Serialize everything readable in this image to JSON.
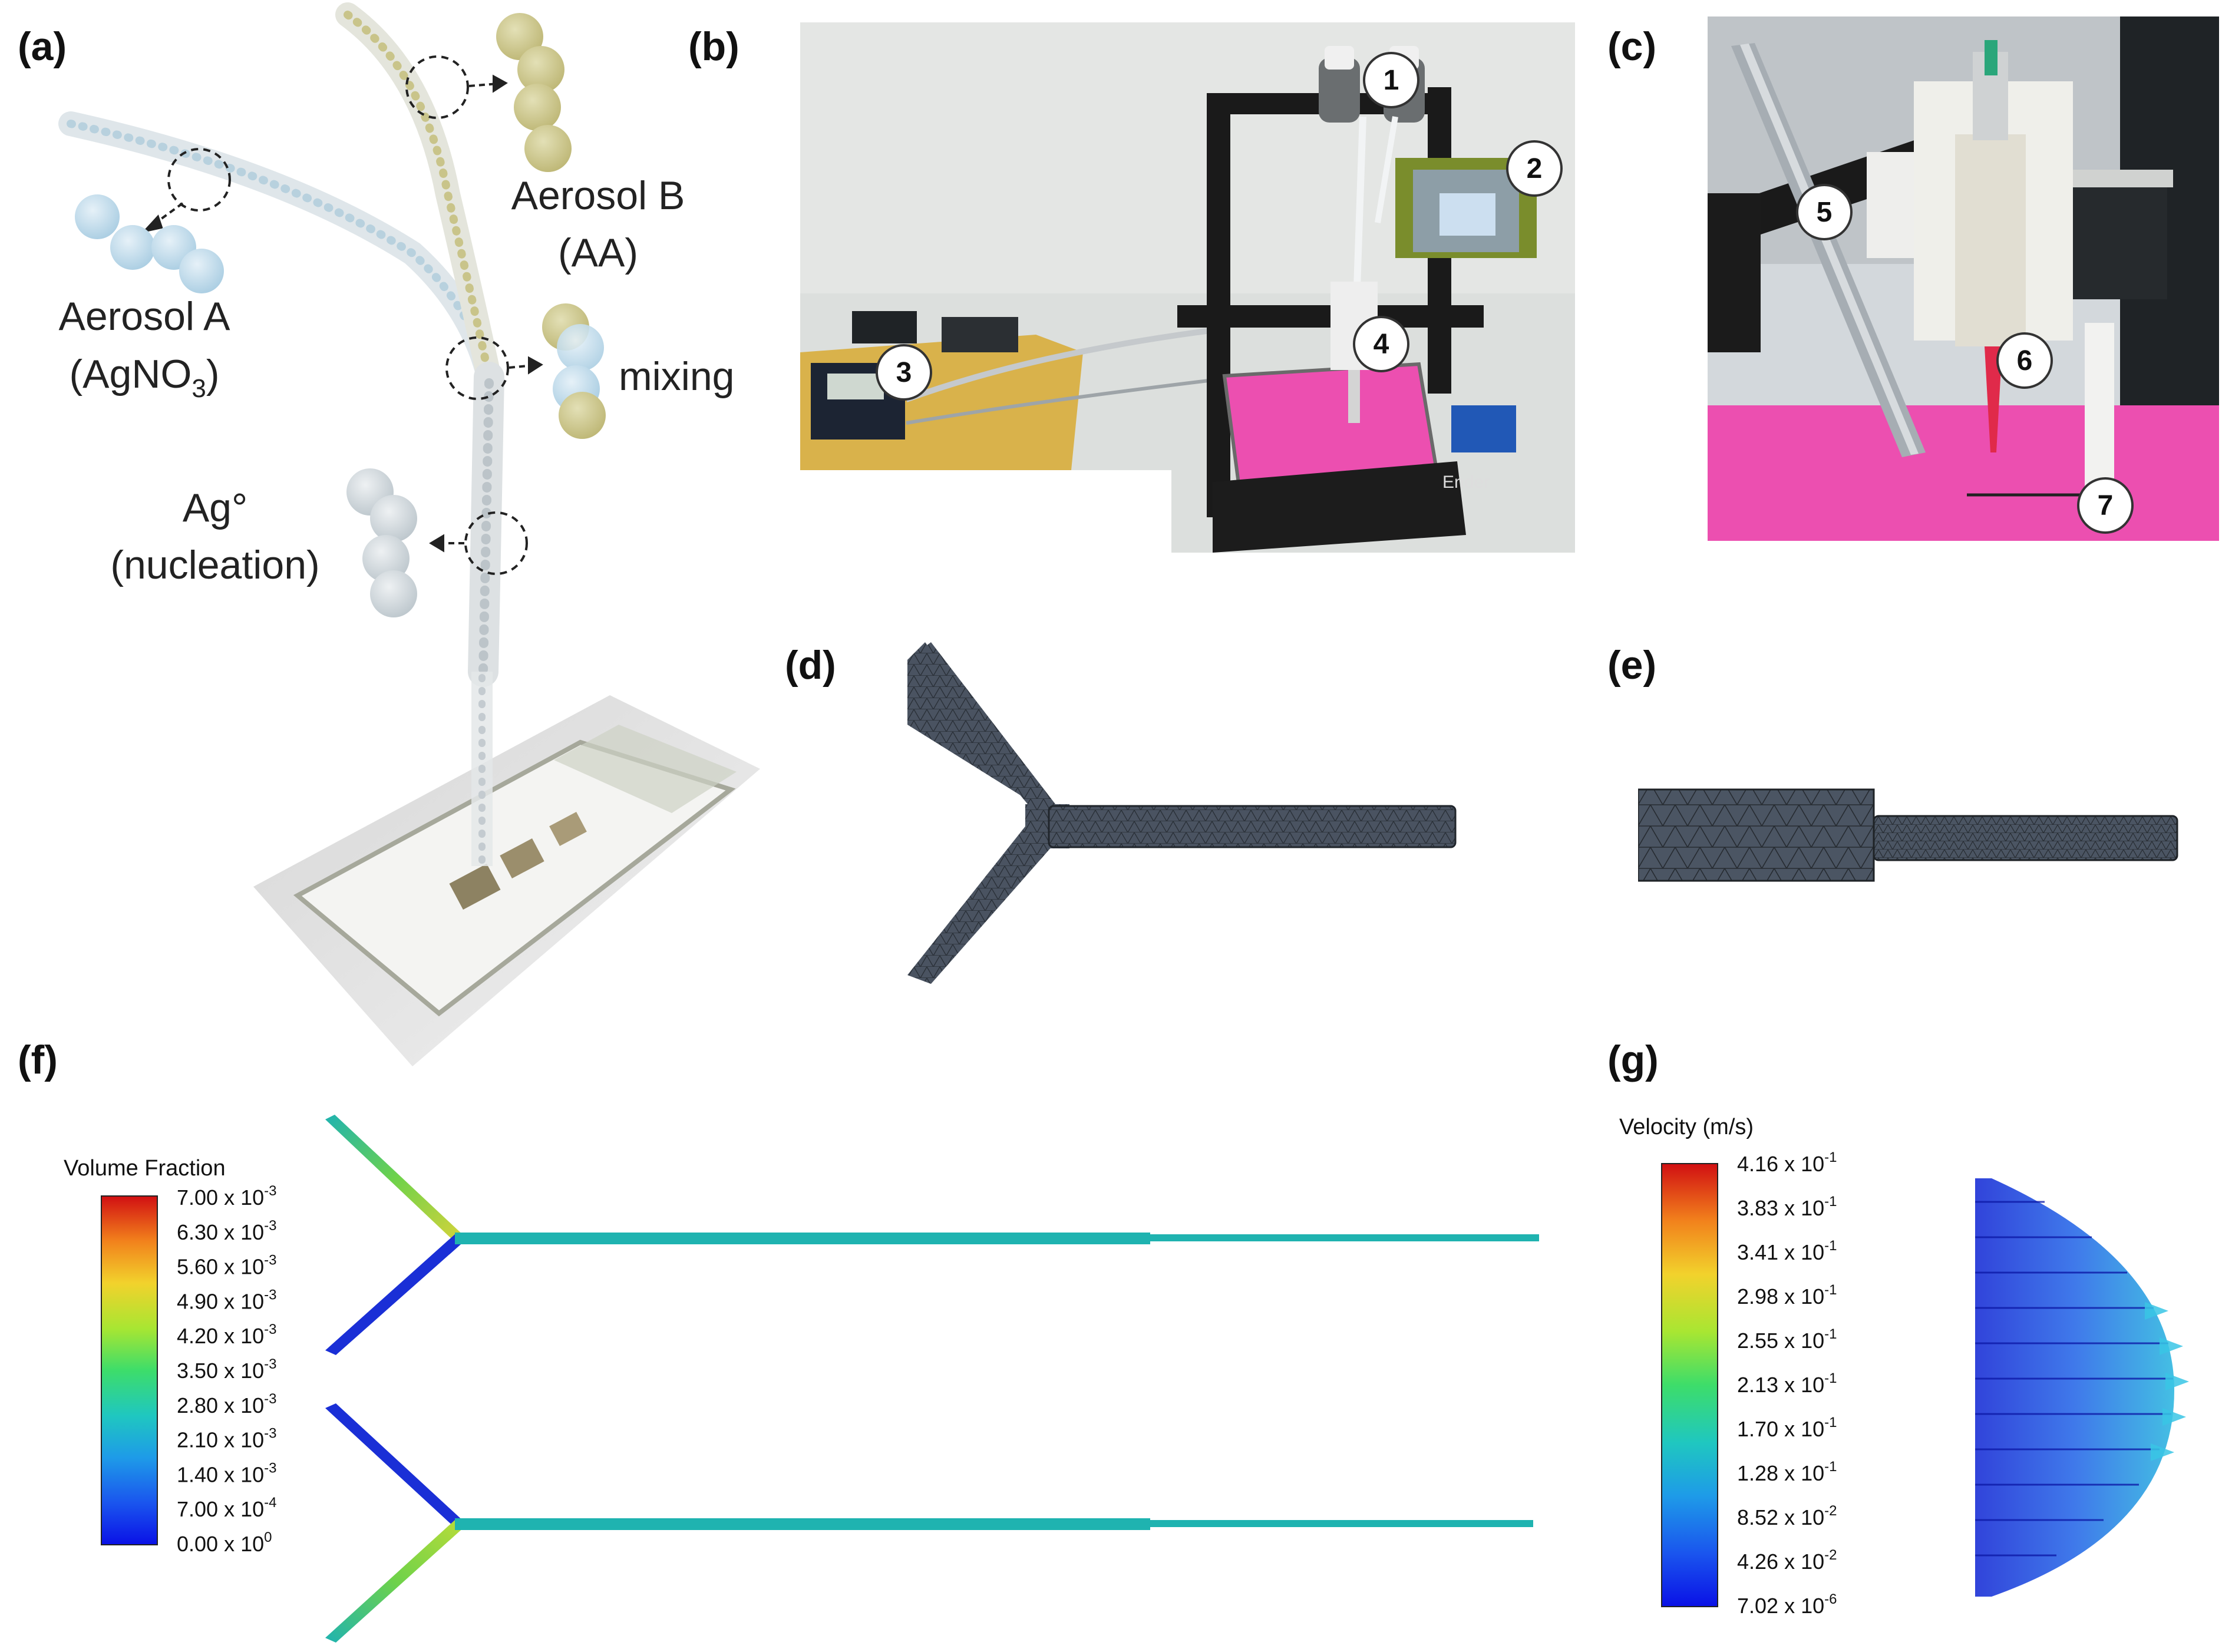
{
  "panels": {
    "a": {
      "label": "(a)",
      "aerosol_a_line1": "Aerosol A",
      "aerosol_a_line2": "(AgNO",
      "aerosol_a_sub": "3",
      "aerosol_a_close": ")",
      "aerosol_b_line1": "Aerosol B",
      "aerosol_b_line2": "(AA)",
      "mixing": "mixing",
      "ag_line1": "Ag°",
      "ag_line2": "(nucleation)"
    },
    "b": {
      "label": "(b)",
      "badges": [
        "1",
        "2",
        "3",
        "4"
      ],
      "printer_brand": "Ender"
    },
    "c": {
      "label": "(c)",
      "badges": [
        "5",
        "6",
        "7"
      ]
    },
    "d": {
      "label": "(d)"
    },
    "e": {
      "label": "(e)"
    },
    "f": {
      "label": "(f)",
      "colorbar_title": "Volume Fraction",
      "ticks": [
        "7.00 x 10-3",
        "6.30 x 10-3",
        "5.60 x 10-3",
        "4.90 x 10-3",
        "4.20 x 10-3",
        "3.50 x 10-3",
        "2.80 x 10-3",
        "2.10 x 10-3",
        "1.40 x 10-3",
        "7.00 x 10-4",
        "0.00 x 100"
      ]
    },
    "g": {
      "label": "(g)",
      "colorbar_title": "Velocity (m/s)",
      "ticks": [
        "4.16 x 10-1",
        "3.83 x 10-1",
        "3.41 x 10-1",
        "2.98 x 10-1",
        "2.55 x 10-1",
        "2.13 x 10-1",
        "1.70 x 10-1",
        "1.28 x 10-1",
        "8.52 x 10-2",
        "4.26 x 10-2",
        "7.02 x 10-6"
      ]
    }
  },
  "tick_parts": {
    "f": [
      [
        "7.00 x 10",
        "-3"
      ],
      [
        "6.30 x 10",
        "-3"
      ],
      [
        "5.60 x 10",
        "-3"
      ],
      [
        "4.90 x 10",
        "-3"
      ],
      [
        "4.20 x 10",
        "-3"
      ],
      [
        "3.50 x 10",
        "-3"
      ],
      [
        "2.80 x 10",
        "-3"
      ],
      [
        "2.10 x 10",
        "-3"
      ],
      [
        "1.40 x 10",
        "-3"
      ],
      [
        "7.00 x 10",
        "-4"
      ],
      [
        "0.00 x 10",
        "0"
      ]
    ],
    "g": [
      [
        "4.16 x 10",
        "-1"
      ],
      [
        "3.83 x 10",
        "-1"
      ],
      [
        "3.41 x 10",
        "-1"
      ],
      [
        "2.98 x 10",
        "-1"
      ],
      [
        "2.55 x 10",
        "-1"
      ],
      [
        "2.13 x 10",
        "-1"
      ],
      [
        "1.70 x 10",
        "-1"
      ],
      [
        "1.28 x 10",
        "-1"
      ],
      [
        "8.52 x 10",
        "-2"
      ],
      [
        "4.26 x 10",
        "-2"
      ],
      [
        "7.02 x 10",
        "-6"
      ]
    ]
  },
  "colors": {
    "droplet_a": "#b9d6e8",
    "droplet_b": "#c9c48a",
    "droplet_ag": "#c8d2d8",
    "bed_pink": "#ee4fb3",
    "mesh": "#3a4350",
    "channel_teal": "#1fb3b0",
    "channel_blue": "#1a2fd6",
    "channel_green": "#8fd63c"
  }
}
